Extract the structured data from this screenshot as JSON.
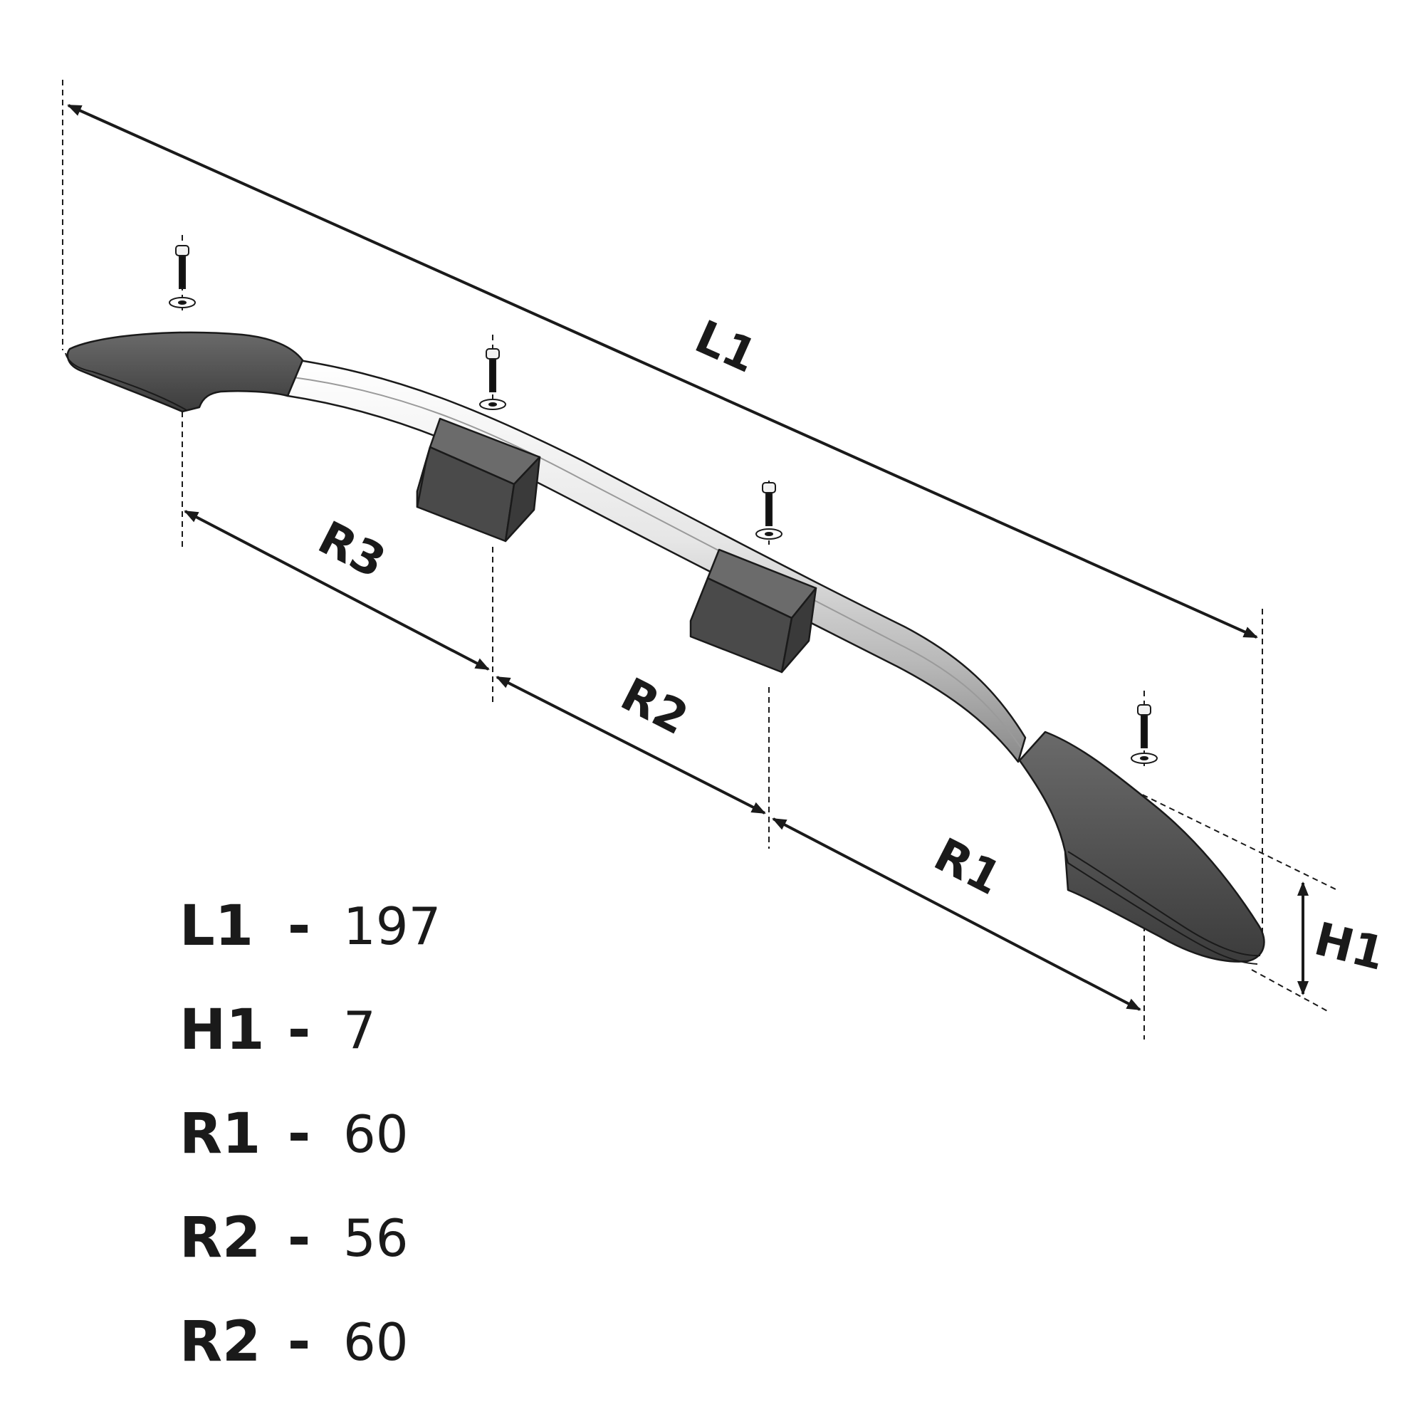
{
  "colors": {
    "line": "#1a1a1a",
    "cap": "#555555",
    "cap_dark": "#3e3e3e",
    "rail_light": "#f2f2f2",
    "rail_mid": "#c8c8c8"
  },
  "labels": {
    "l1": "L1",
    "r3": "R3",
    "r2": "R2",
    "r1": "R1",
    "h1": "H1"
  },
  "legend": [
    {
      "key": "L1",
      "dash": "-",
      "value": "197"
    },
    {
      "key": "H1",
      "dash": "-",
      "value": "7"
    },
    {
      "key": "R1",
      "dash": "-",
      "value": "60"
    },
    {
      "key": "R2",
      "dash": "-",
      "value": "56"
    },
    {
      "key": "R2",
      "dash": "-",
      "value": "60"
    }
  ]
}
